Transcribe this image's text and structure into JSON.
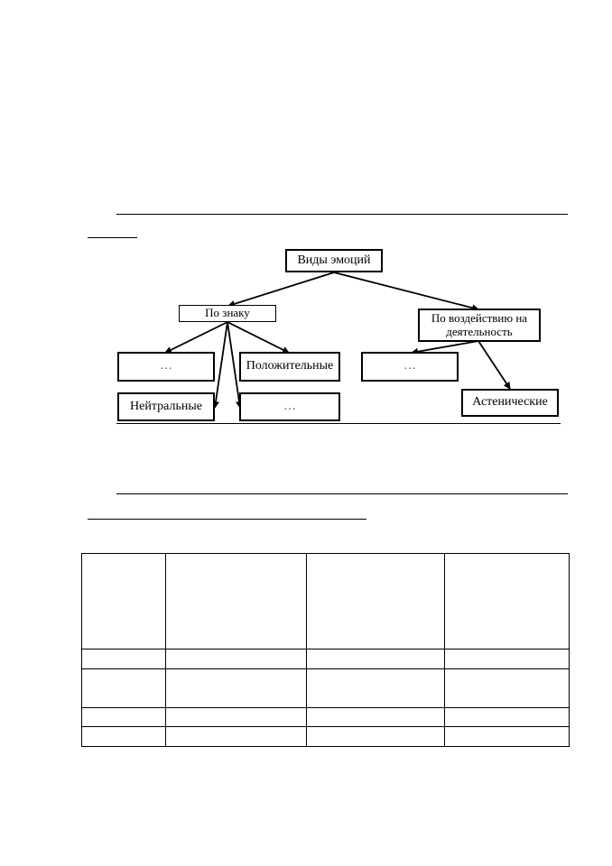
{
  "diagram": {
    "root": "Виды эмоций",
    "by_sign": "По знаку",
    "by_effect": "По воздействию на деятельность",
    "sign_unknown_1": "…",
    "positive": "Положительные",
    "neutral": "Нейтральные",
    "sign_unknown_2": "…",
    "effect_unknown": "…",
    "asthenic": "Астенические"
  },
  "table": {
    "columns": 4,
    "rows": 5
  }
}
